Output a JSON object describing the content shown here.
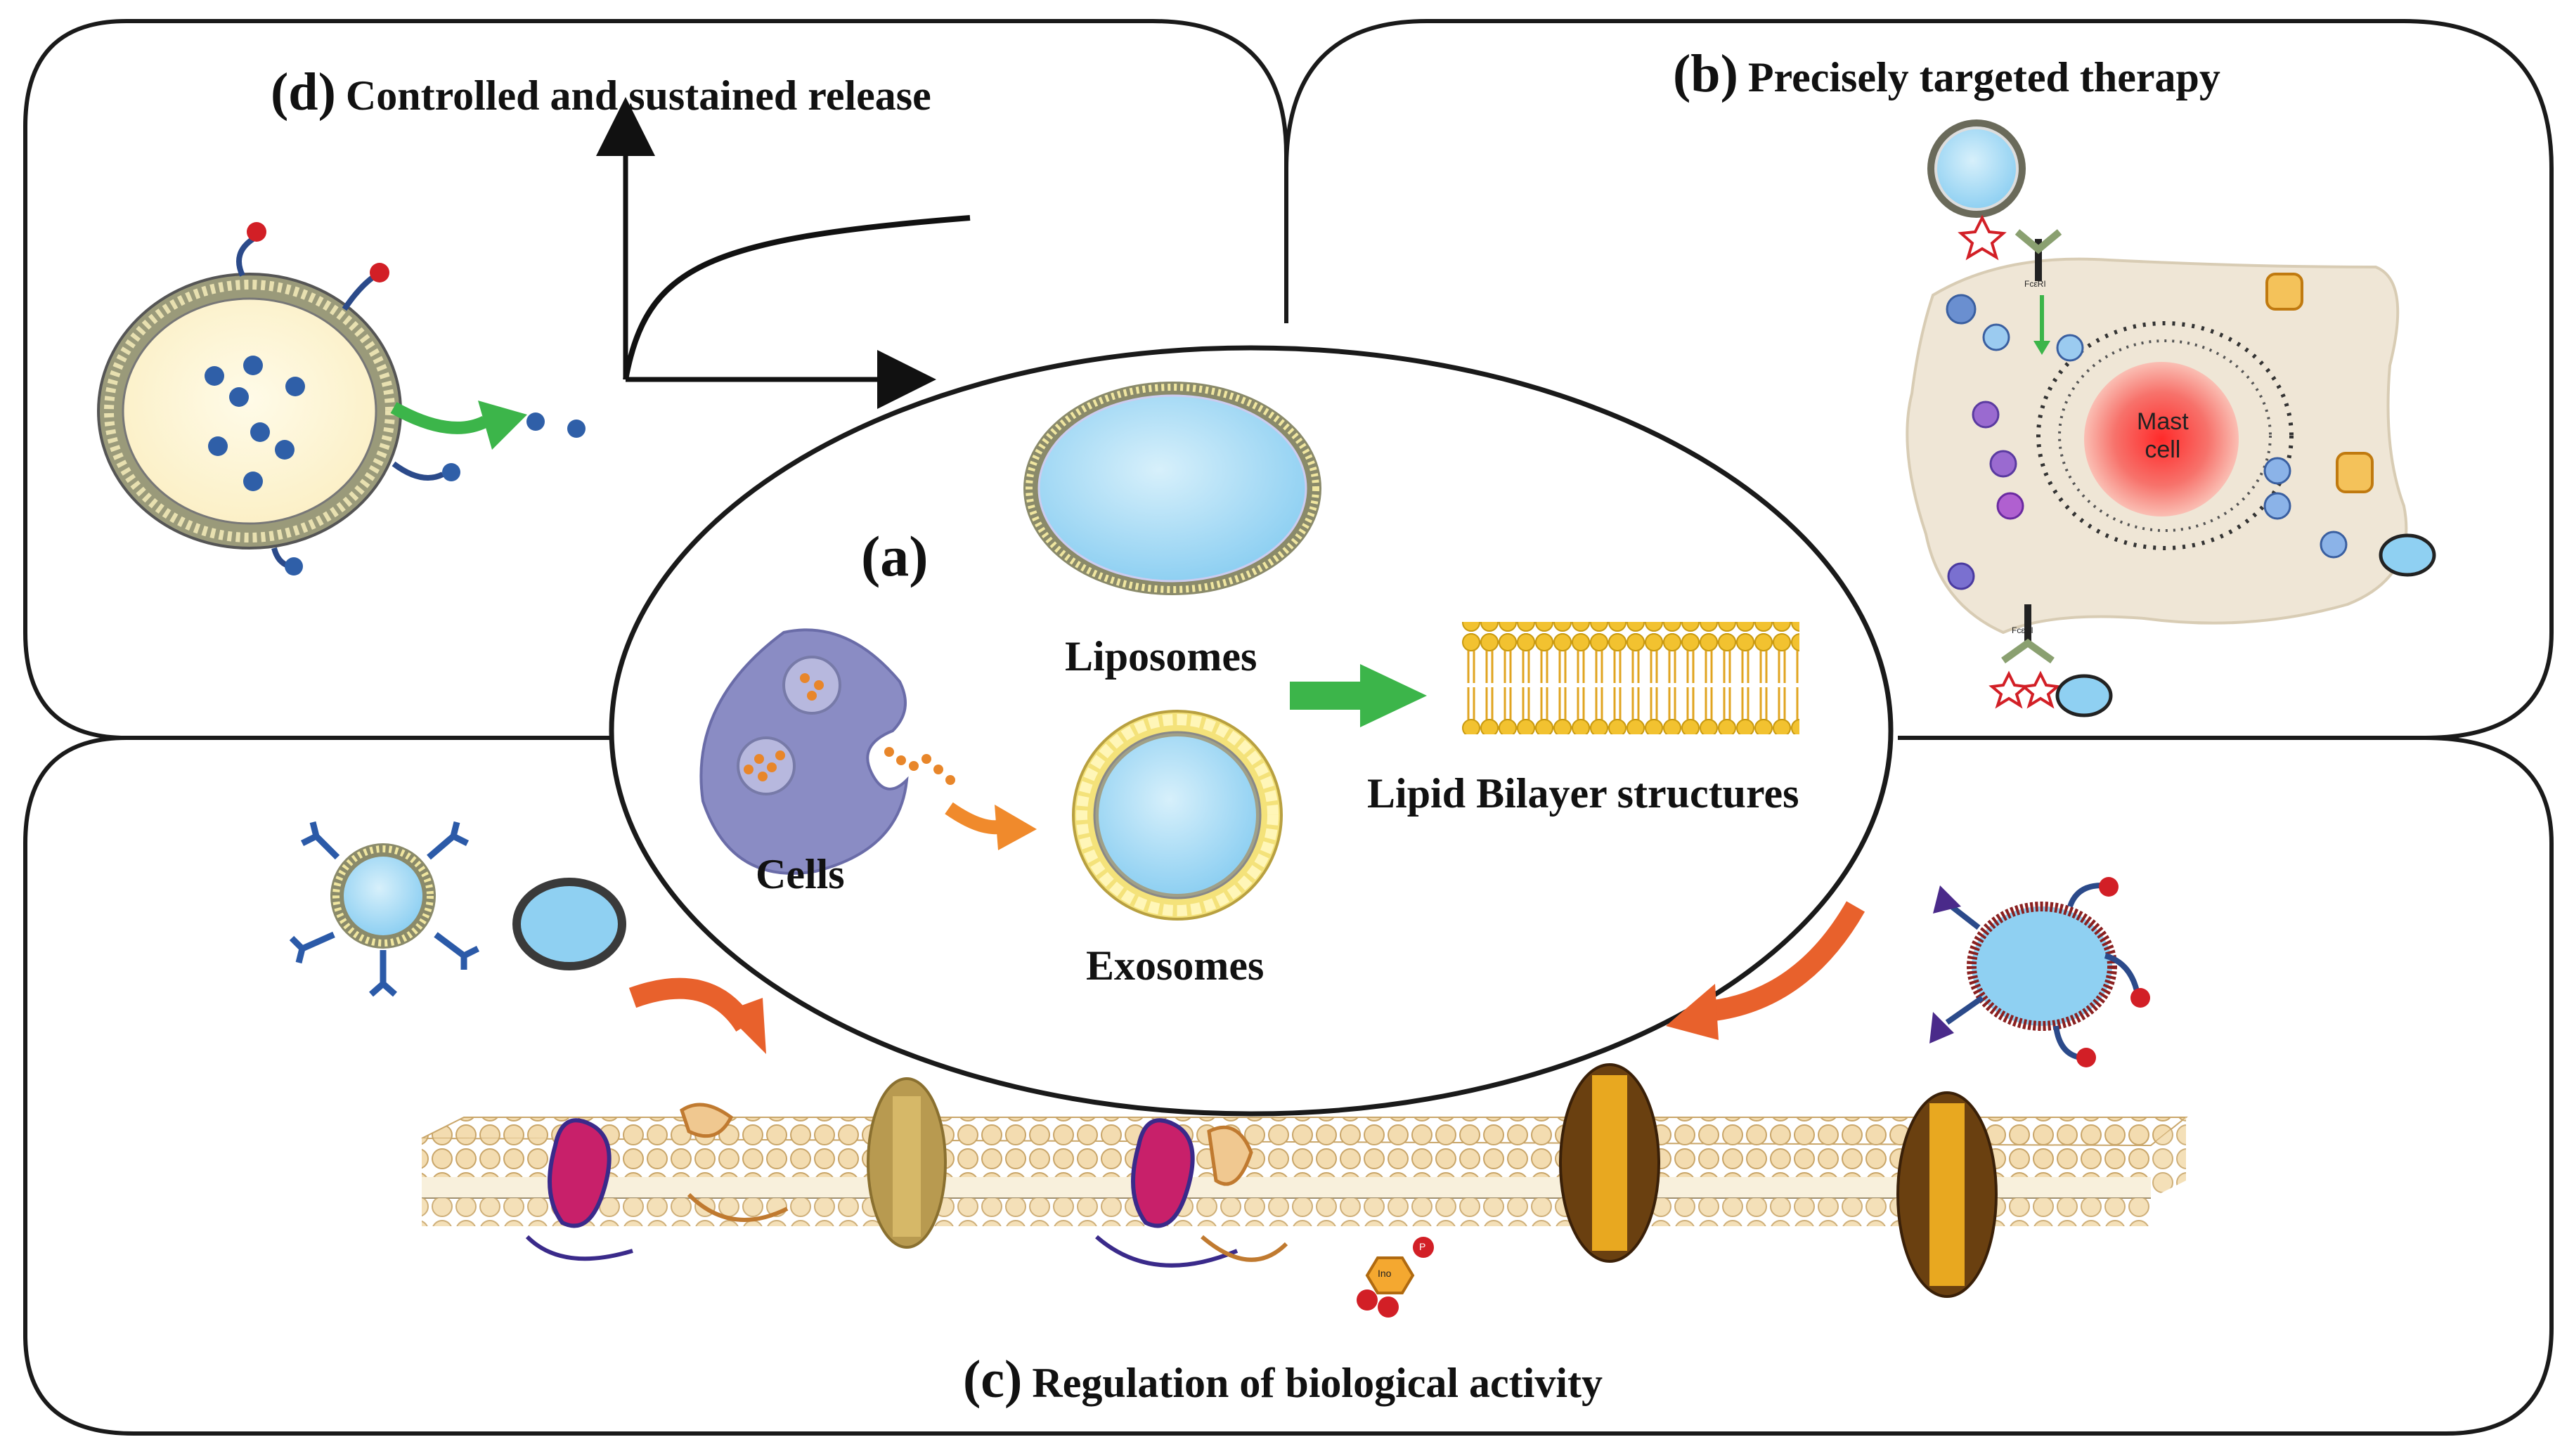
{
  "panels": {
    "d": {
      "tag": "(d)",
      "title": "Controlled and sustained release"
    },
    "b": {
      "tag": "(b)",
      "title": "Precisely targeted therapy"
    },
    "c": {
      "tag": "(c)",
      "title": "Regulation of biological activity"
    },
    "a": {
      "tag": "(a)"
    }
  },
  "center": {
    "cells_label": "Cells",
    "liposomes_label": "Liposomes",
    "exosomes_label": "Exosomes",
    "bilayer_label": "Lipid Bilayer structures"
  },
  "mast_cell_label": {
    "line1": "Mast",
    "line2": "cell"
  },
  "receptor_label": "FcεRI",
  "ino_label": "Ino",
  "p_label": "P",
  "colors": {
    "outline": "#1a1a1a",
    "vesicle_fill": "#8fd0f2",
    "membrane_gold": "#c9a85a",
    "cell_purple": "#8a8cc4",
    "green_arrow": "#3cb54a",
    "orange_arrow": "#e8612c",
    "mast_cell_body": "#efe6d6",
    "nucleus_red": "#f2504a",
    "cargo_blue": "#2f5fa8",
    "ligand_red": "#d21f26"
  }
}
